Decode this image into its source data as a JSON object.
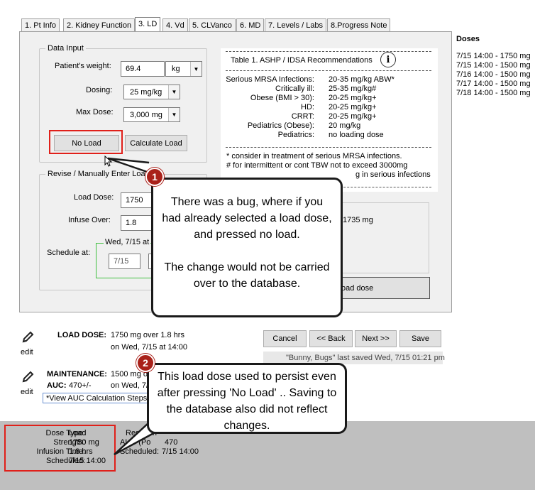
{
  "tabs": [
    {
      "label": "1. Pt Info"
    },
    {
      "label": "2. Kidney Function"
    },
    {
      "label": "3. LD"
    },
    {
      "label": "4. Vd"
    },
    {
      "label": "5. CLVanco"
    },
    {
      "label": "6. MD"
    },
    {
      "label": "7. Levels / Labs"
    },
    {
      "label": "8.Progress Note"
    }
  ],
  "data_input": {
    "legend": "Data Input",
    "weight_label": "Patient's weight:",
    "weight_value": "69.4",
    "weight_unit": "kg",
    "dosing_label": "Dosing:",
    "dosing_value": "25 mg/kg",
    "maxdose_label": "Max Dose:",
    "maxdose_value": "3,000 mg",
    "no_load_label": "No Load",
    "calc_load_label": "Calculate Load"
  },
  "revise": {
    "legend": "Revise / Manually Enter Load",
    "load_dose_label": "Load Dose:",
    "load_dose_value": "1750",
    "infuse_label": "Infuse Over:",
    "infuse_value": "1.8",
    "schedule_label": "Schedule at:",
    "schedule_group": "Wed, 7/15 at",
    "schedule_date": "7/15"
  },
  "table1": {
    "title": "Table 1.  ASHP / IDSA Recommendations",
    "rows": [
      {
        "label": "Serious MRSA Infections:",
        "value": "20-35 mg/kg ABW*"
      },
      {
        "label": "Critically ill:",
        "value": "25-35 mg/kg#"
      },
      {
        "label": "Obese (BMI > 30):",
        "value": "20-25 mg/kg+"
      },
      {
        "label": "HD:",
        "value": "20-25 mg/kg+"
      },
      {
        "label": "CRRT:",
        "value": "20-25 mg/kg+"
      },
      {
        "label": "Pediatrics (Obese):",
        "value": "20 mg/kg"
      },
      {
        "label": "Pediatrics:",
        "value": "no loading dose"
      }
    ],
    "foot1": "* consider in treatment of serious MRSA infections.",
    "foot2": "# for intermittent or cont TBW not to exceed 3000mg",
    "foot3": "g in serious infections"
  },
  "side_box": {
    "dose_text": "1735 mg",
    "button_text": "oad dose"
  },
  "doses": {
    "title": "Doses",
    "items": [
      "7/15 14:00 - 1750 mg",
      "7/15 14:00 - 1500 mg",
      "7/16 14:00 - 1500 mg",
      "7/17 14:00 - 1500 mg",
      "7/18 14:00 - 1500 mg"
    ]
  },
  "summary": {
    "edit_label": "edit",
    "load_title": "LOAD DOSE:",
    "load_line1": "1750 mg over  1.8 hrs",
    "load_line2": "on Wed, 7/15 at 14:00",
    "maint_title": "MAINTENANCE:",
    "maint_line1": "1500 mg ov",
    "auc_label": "AUC:",
    "auc_value": "470+/-",
    "maint_line2": "on Wed, 7/",
    "auc_link": "*View AUC Calculation Steps"
  },
  "nav": {
    "cancel": "Cancel",
    "back": "<< Back",
    "next": "Next >>",
    "save": "Save",
    "saved_status": "\"Bunny, Bugs\" last saved Wed, 7/15 01:21 pm"
  },
  "status": {
    "dose_type_label": "Dose Type:",
    "dose_type_value": "Load",
    "strength_label": "Strength:",
    "strength_value": "1750 mg",
    "infusion_label": "Infusion Time:",
    "infusion_value": "1.8 hrs",
    "scheduled_label": "Scheduled:",
    "scheduled_value": "7/15 14:00",
    "regimen_label": "Regimen",
    "auc_label": "AUC (Po",
    "auc_value": "470",
    "sched2_label": "Scheduled:",
    "sched2_value": "7/15 14:00"
  },
  "callouts": {
    "one_number": "1",
    "one_text_a": "There was a bug, where if you had already selected a load dose, and pressed no load.",
    "one_text_b": "The change would not be carried over to the database.",
    "two_number": "2",
    "two_text": "This load dose used to persist even after pressing 'No Load' .. Saving to the database also did not reflect changes."
  },
  "colors": {
    "highlight_red": "#e0201a",
    "badge_red": "#a9211a",
    "schedule_green": "#3fbf3f",
    "status_gray": "#bfbfbf"
  }
}
